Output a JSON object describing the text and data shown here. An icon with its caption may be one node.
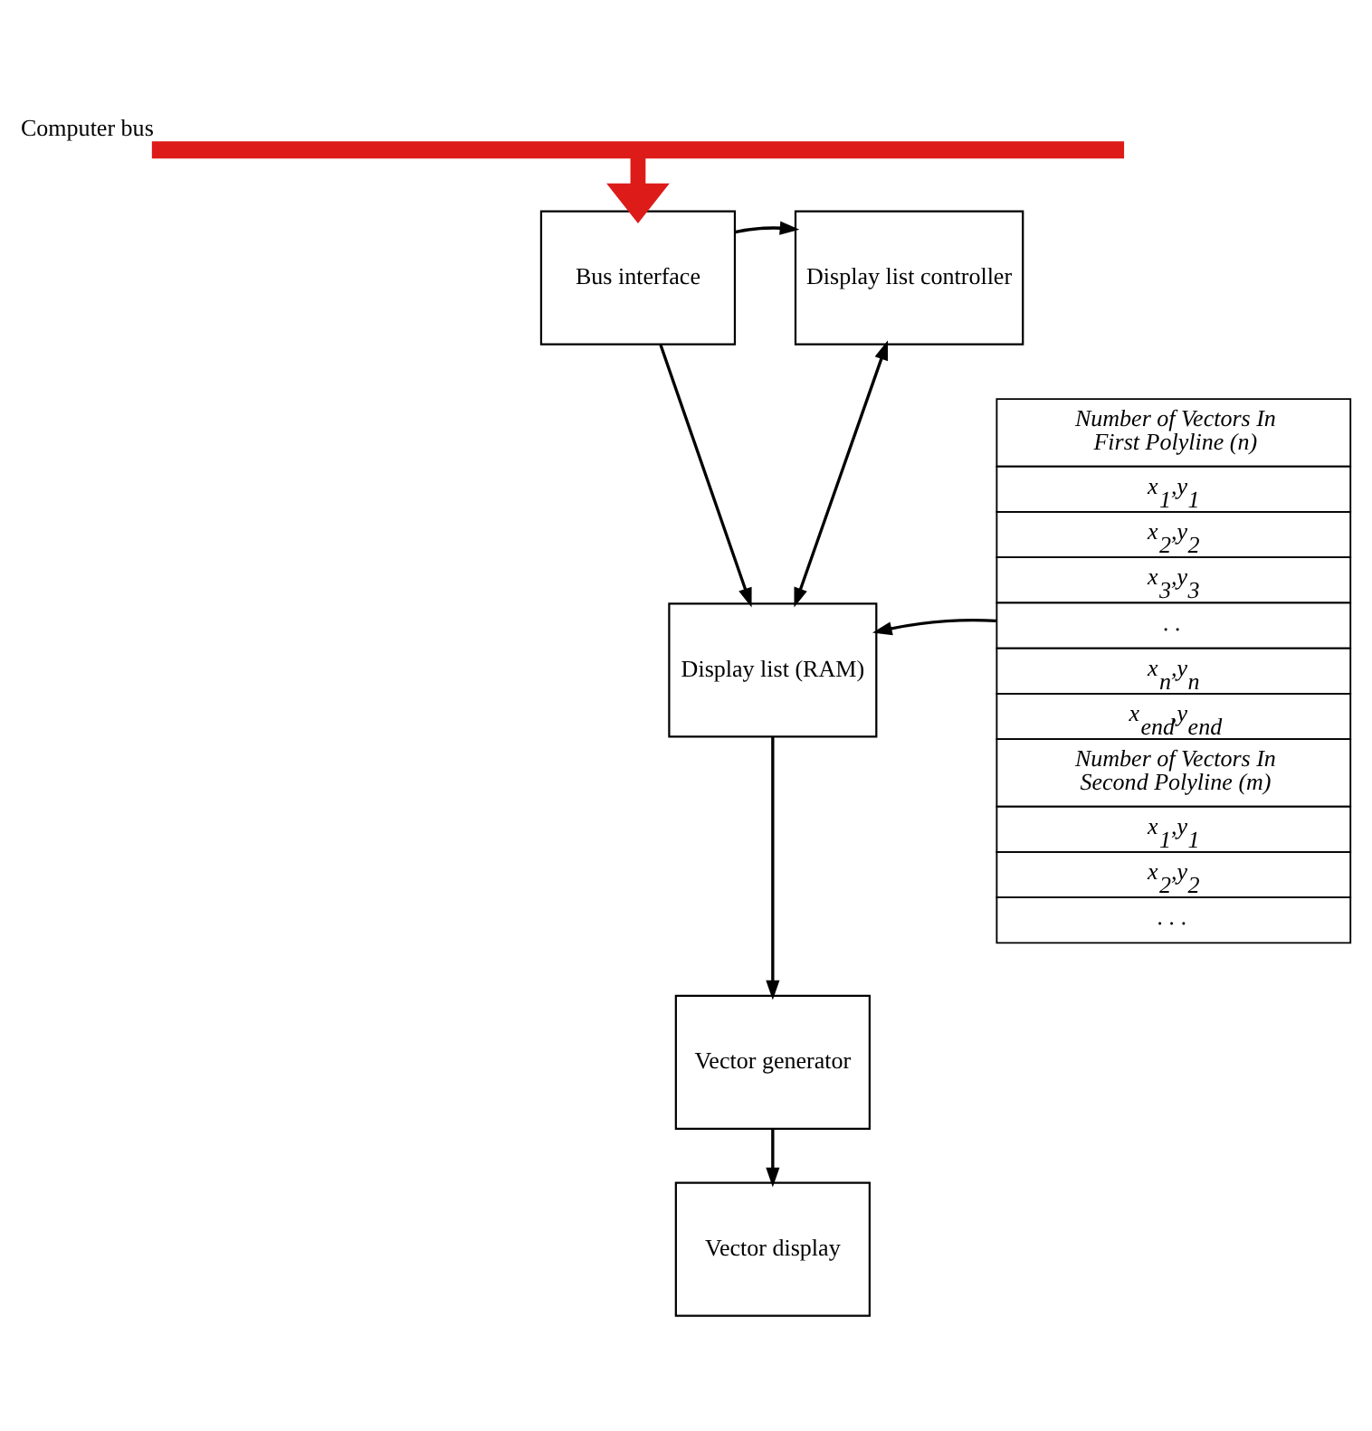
{
  "diagram": {
    "nodes": [
      {
        "text": [],
        "shape": "bar",
        "beside": [
          "Computer bus"
        ]
      },
      {
        "text": [
          "Bus interface"
        ]
      },
      {
        "text": [
          "Display list controller"
        ]
      },
      {
        "text": [
          "Display list (RAM)"
        ]
      },
      {
        "text": [
          "Vector generator"
        ]
      },
      {
        "text": [
          "Vector display"
        ]
      },
      {
        "text": [
          "Number of Vectors In First Polyline (n)",
          "x$_{1}$,y$_{1}$",
          "x$_{2}$,y$_{2}$",
          "x$_{3}$,y$_{3}$",
          ". .",
          "x$_{n}$,y$_{n}$",
          "x$_{end}$,y$_{end}$",
          "Number of Vectors In Second Polyline (m)",
          "x$_{1}$,y$_{1}$",
          "x$_{2}$,y$_{2}$",
          ". . ."
        ]
      }
    ],
    "edges": [
      {
        "from": 0,
        "to": 1,
        "arrow": "to",
        "style": "thick",
        "color": "#dd1c1a"
      },
      {
        "from": 1,
        "to": 2,
        "arrow": "to"
      },
      {
        "from": 1,
        "to": 3,
        "arrow": "to"
      },
      {
        "from": 2,
        "to": 3,
        "arrow": "both"
      },
      {
        "from": 3,
        "to": 4,
        "arrow": "to"
      },
      {
        "from": 4,
        "to": 5,
        "arrow": "to"
      },
      {
        "from": 6,
        "to": 3,
        "arrow": "to"
      }
    ]
  }
}
